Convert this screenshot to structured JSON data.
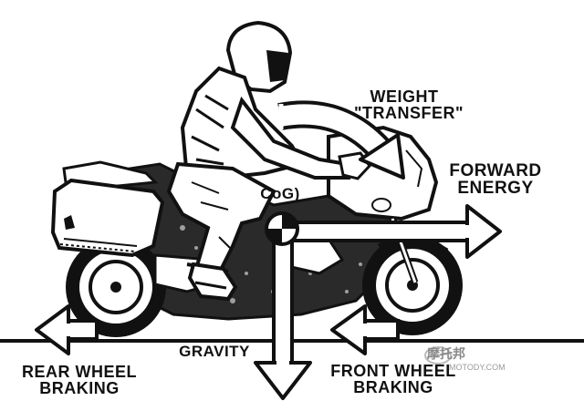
{
  "labels": {
    "weight_transfer_line1": "WEIGHT",
    "weight_transfer_line2": "\"TRANSFER\"",
    "forward_energy_line1": "FORWARD",
    "forward_energy_line2": "ENERGY",
    "cog": "CoG)",
    "gravity": "GRAVITY",
    "rear_wheel_line1": "REAR WHEEL",
    "rear_wheel_line2": "BRAKING",
    "front_wheel_line1": "FRONT WHEEL",
    "front_wheel_line2": "BRAKING"
  },
  "watermark": {
    "main": "摩托邦",
    "sub": "MOTODY.COM"
  },
  "icons": [
    "motorcycle-illustration",
    "rider-illustration",
    "cog-marker-icon",
    "arrow-icon"
  ],
  "colors": {
    "ink": "#111111",
    "background": "#ffffff",
    "body_fill": "#2a2a2a",
    "watermark": "#8a8a8a"
  }
}
